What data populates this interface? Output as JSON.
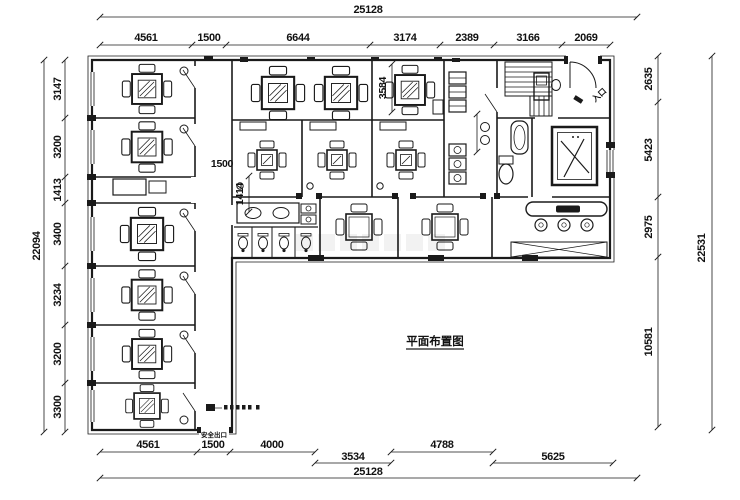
{
  "drawing": {
    "title": "平面布置图",
    "entrance_label": "入口",
    "safety_exit_label": "安全出口",
    "line_color": "#1a1a1a",
    "interior_dims": {
      "corridor": "1500",
      "passage": "1414",
      "room_depth": "3584"
    },
    "dims": {
      "top": {
        "overall": "25128",
        "segments": [
          "4561",
          "1500",
          "6644",
          "3174",
          "2389",
          "3166",
          "2069"
        ]
      },
      "bottom": {
        "overall": "25128",
        "segments": [
          "4561",
          "1500",
          "4000",
          "3534",
          "4788",
          "5625"
        ]
      },
      "left": {
        "overall": "22094",
        "segments": [
          "3147",
          "3200",
          "1413",
          "3400",
          "3234",
          "3200",
          "3300"
        ]
      },
      "right": {
        "overall": "22531",
        "segments": [
          "2635",
          "5423",
          "2975",
          "10581"
        ]
      }
    }
  }
}
